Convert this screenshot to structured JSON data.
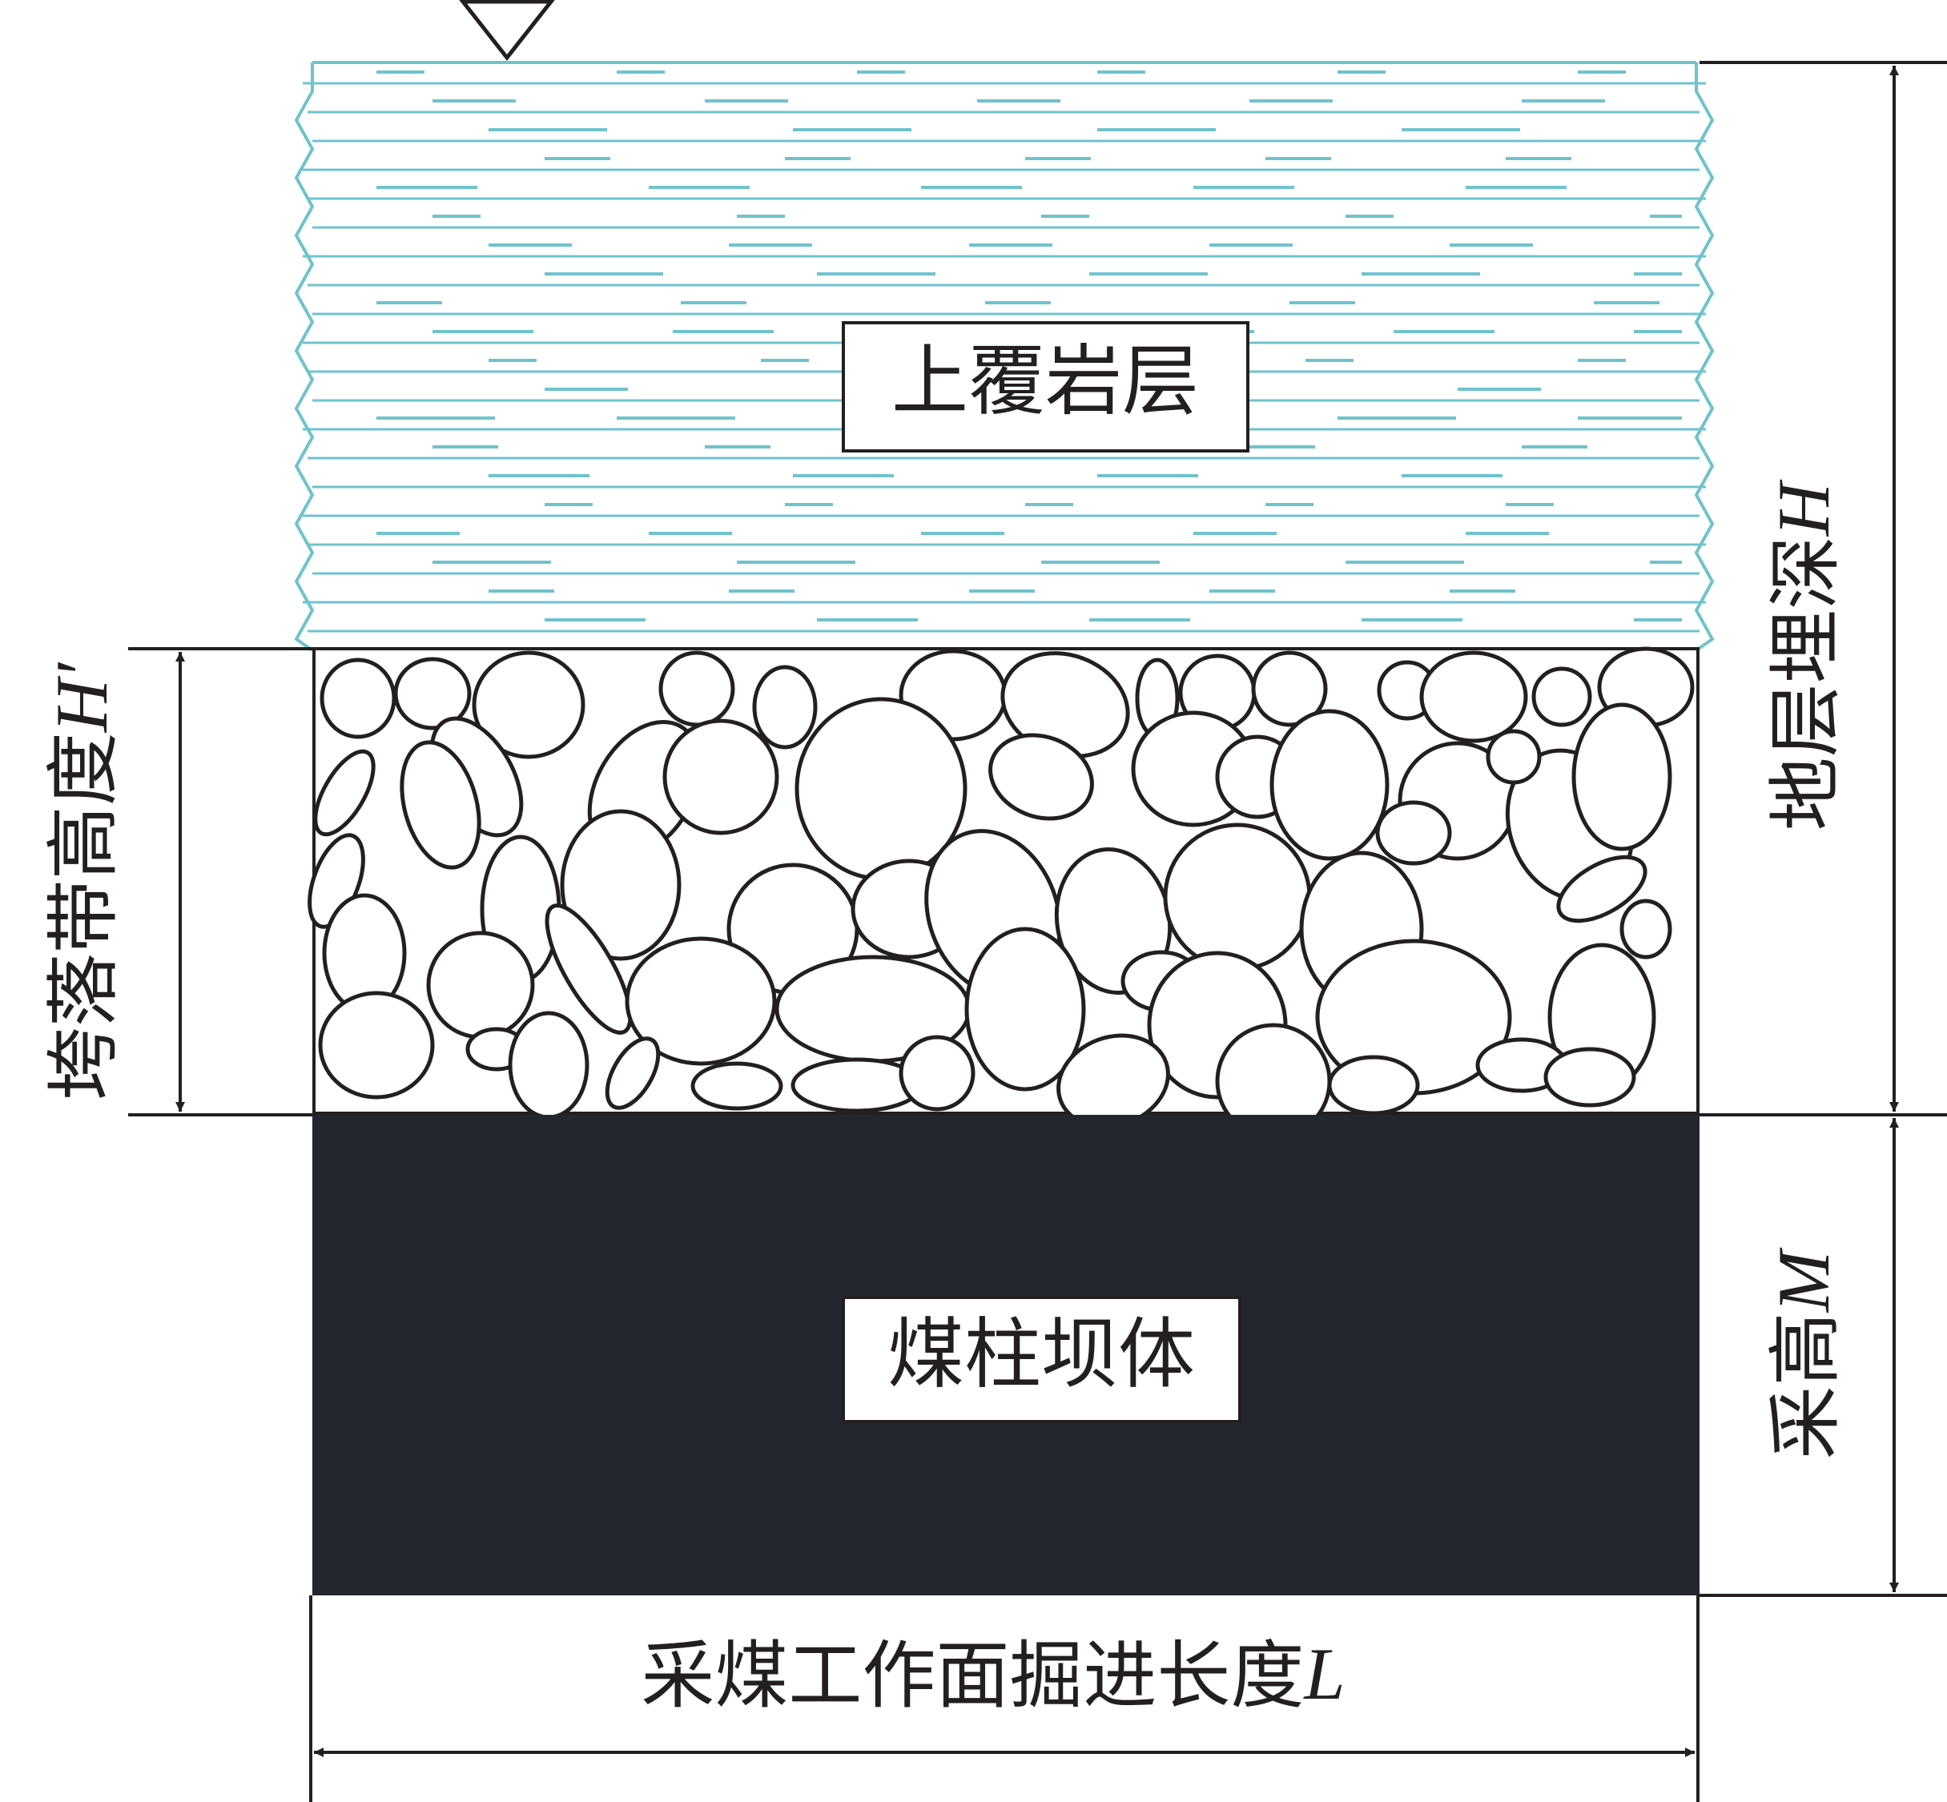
{
  "labels": {
    "overburden": "上覆岩层",
    "coal_pillar_dam": "煤柱坝体",
    "caving_zone_height": "垮落带高度",
    "caving_zone_symbol": "H′",
    "burial_depth": "地层埋深",
    "burial_depth_symbol": "H",
    "mining_height": "采高",
    "mining_height_symbol": "M",
    "face_advance_length": "采煤工作面掘进长度",
    "face_advance_symbol": "L"
  },
  "colors": {
    "overburden_lines": "#6fc3cc",
    "coal": "#22262e",
    "outline": "#231f20",
    "background": "#ffffff"
  },
  "icons": {
    "water_table": "inverted-triangle-icon"
  }
}
